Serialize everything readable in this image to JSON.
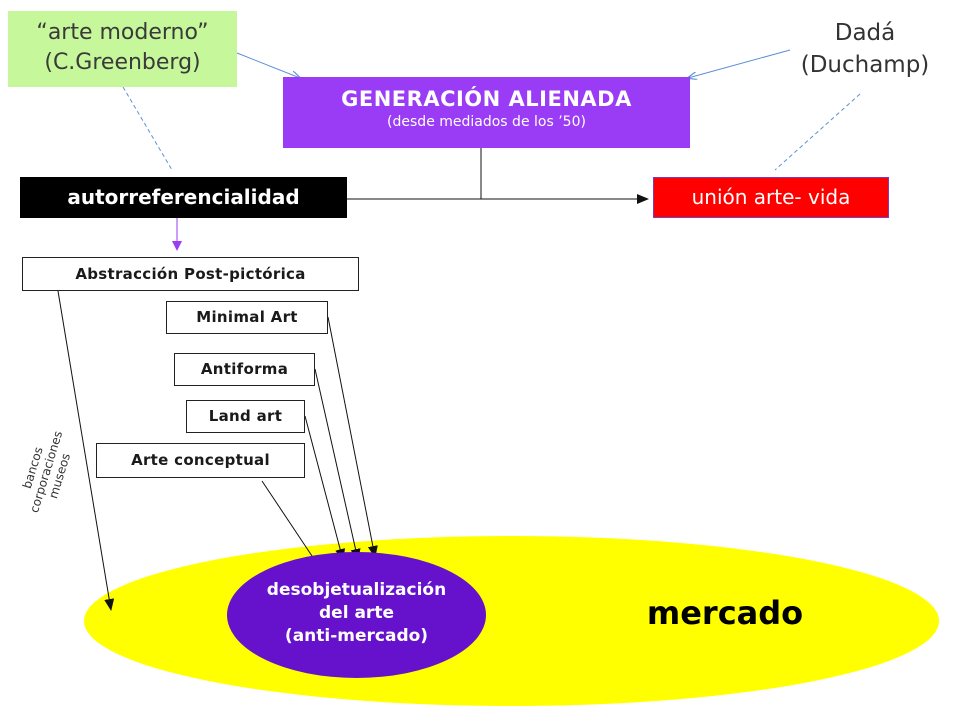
{
  "top_left": {
    "line1": "“arte moderno”",
    "line2": "(C.Greenberg)"
  },
  "top_right": {
    "line1": "Dadá",
    "line2": "(Duchamp)"
  },
  "center": {
    "title": "GENERACIÓN  ALIENADA",
    "subtitle": "(desde mediados de los ’50)"
  },
  "left_node": "autorreferencialidad",
  "right_node": "unión arte- vida",
  "movements": {
    "abstraccion": "Abstracción  Post-pictórica",
    "minimal": "Minimal Art",
    "antiforma": "Antiforma",
    "land": "Land art",
    "conceptual": "Arte conceptual"
  },
  "side_labels": [
    "bancos",
    "corporaciones",
    "museos"
  ],
  "desobjetualizacion": {
    "line1": "desobjetualización",
    "line2": "del arte",
    "line3": "(anti-mercado)"
  },
  "mercado": "mercado",
  "colors": {
    "greenberg_box": "#c6f79a",
    "generacion_box": "#9a3cf5",
    "union_box": "#ff0000",
    "mercado": "#ffff00",
    "desobjetualizacion": "#6611cc",
    "connector_blue": "#5b8fd6"
  }
}
